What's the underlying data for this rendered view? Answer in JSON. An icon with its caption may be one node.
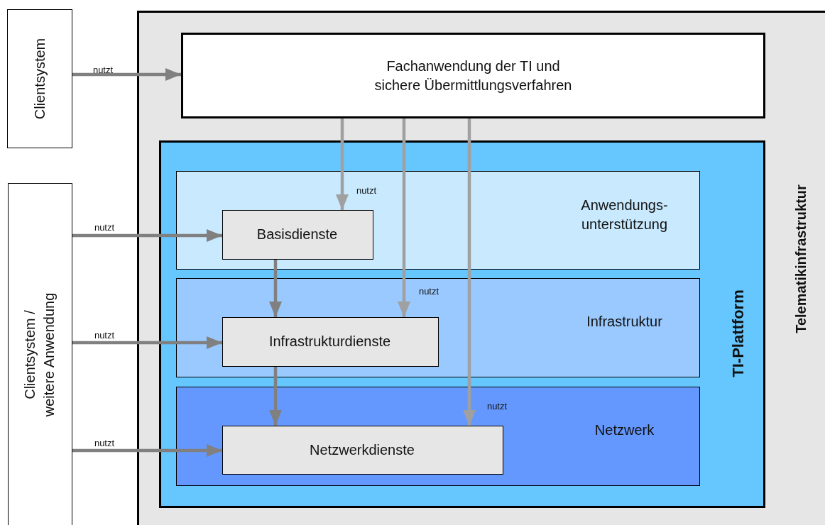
{
  "diagram": {
    "nodes": [
      {
        "text": [
          "Clientsystem"
        ]
      },
      {
        "text": [
          "Clientsystem / weitere Anwendung"
        ]
      },
      {
        "text": [
          "Telematikinfrastruktur"
        ]
      },
      {
        "text": [
          "Fachanwendung der TI und sichere Übermittlungsverfahren"
        ],
        "in": 2
      },
      {
        "text": [
          "TI-Plattform"
        ],
        "in": 2
      },
      {
        "text": [
          "Anwendungs- unterstützung"
        ],
        "in": 4
      },
      {
        "text": [
          "Basisdienste"
        ],
        "in": 5
      },
      {
        "text": [
          "Infrastruktur"
        ],
        "in": 4
      },
      {
        "text": [
          "Infrastrukturdienste"
        ],
        "in": 7
      },
      {
        "text": [
          "Netzwerk"
        ],
        "in": 4
      },
      {
        "text": [
          "Netzwerkdienste"
        ],
        "in": 9
      }
    ],
    "edges": [
      {
        "from": 0,
        "to": 3,
        "arrow": "to",
        "label": "nutzt"
      },
      {
        "from": 1,
        "to": 6,
        "arrow": "to",
        "label": "nutzt"
      },
      {
        "from": 1,
        "to": 8,
        "arrow": "to",
        "label": "nutzt"
      },
      {
        "from": 1,
        "to": 10,
        "arrow": "to",
        "label": "nutzt"
      },
      {
        "from": 3,
        "to": 6,
        "arrow": "to",
        "label": "nutzt",
        "color": "#a0a0a0"
      },
      {
        "from": 3,
        "to": 8,
        "arrow": "to",
        "label": "nutzt",
        "color": "#a0a0a0"
      },
      {
        "from": 3,
        "to": 10,
        "arrow": "to",
        "label": "nutzt",
        "color": "#a0a0a0"
      },
      {
        "from": 6,
        "to": 8,
        "arrow": "to"
      },
      {
        "from": 8,
        "to": 10,
        "arrow": "to"
      }
    ]
  }
}
